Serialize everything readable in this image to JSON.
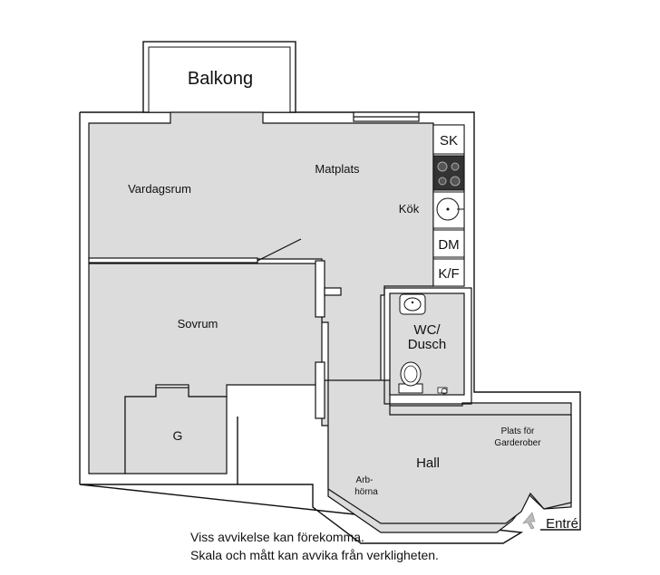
{
  "rooms": {
    "balcony": "Balkong",
    "living_room": "Vardagsrum",
    "dining": "Matplats",
    "kitchen": "Kök",
    "bedroom": "Sovrum",
    "storage": "G",
    "wc_line1": "WC/",
    "wc_line2": "Dusch",
    "hall": "Hall",
    "wardrobe_line1": "Plats för",
    "wardrobe_line2": "Garderober",
    "work_corner_line1": "Arb-",
    "work_corner_line2": "hörna"
  },
  "appliances": {
    "fridge": "SK",
    "dishwasher": "DM",
    "fridge_freezer": "K/F"
  },
  "entrance": "Entré",
  "notes": [
    "Viss avvikelse kan förekomma.",
    "Skala och mått kan avvika från verkligheten."
  ],
  "colors": {
    "floor": "#dcdcdc",
    "wall": "#111111",
    "background": "#ffffff"
  }
}
